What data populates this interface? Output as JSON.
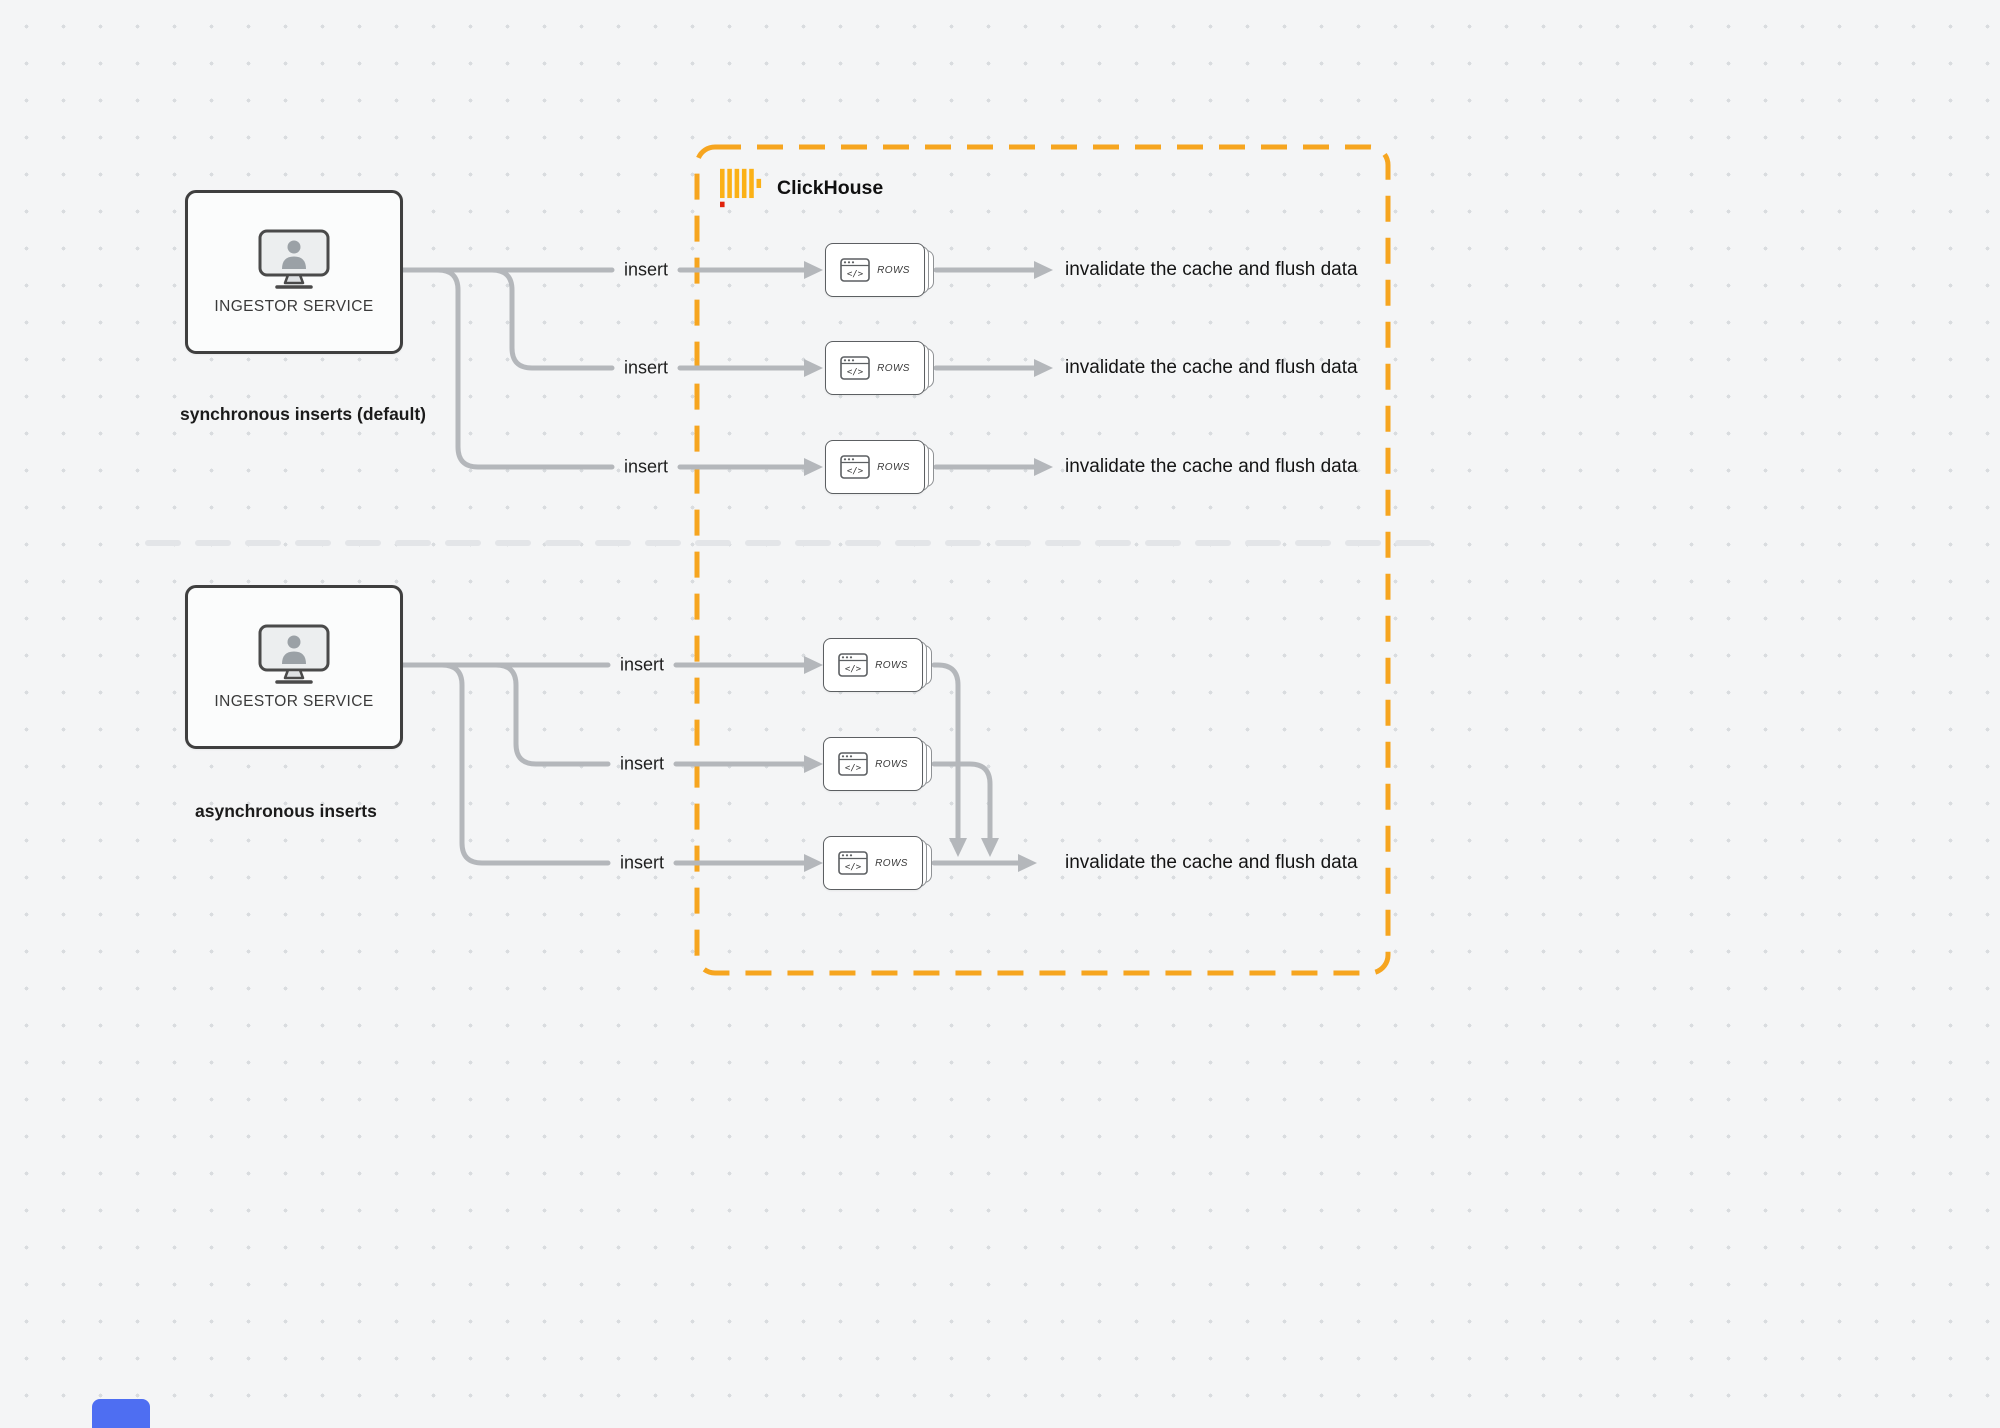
{
  "clickhouse": {
    "title": "ClickHouse",
    "border_color": "#F6A51F",
    "logo_yellow": "#FBB116",
    "logo_red": "#E0220B"
  },
  "sync": {
    "service": "INGESTOR SERVICE",
    "caption": "synchronous inserts (default)",
    "rows": [
      {
        "insert": "insert",
        "card": "ROWS",
        "result": "invalidate the cache and flush data"
      },
      {
        "insert": "insert",
        "card": "ROWS",
        "result": "invalidate the cache and flush data"
      },
      {
        "insert": "insert",
        "card": "ROWS",
        "result": "invalidate the cache and flush data"
      }
    ]
  },
  "async": {
    "service": "INGESTOR SERVICE",
    "caption": "asynchronous inserts",
    "rows": [
      {
        "insert": "insert",
        "card": "ROWS"
      },
      {
        "insert": "insert",
        "card": "ROWS"
      },
      {
        "insert": "insert",
        "card": "ROWS"
      }
    ],
    "result": "invalidate the cache and flush data"
  },
  "colors": {
    "connector": "#B4B7BB",
    "divider": "#E3E5E8",
    "background": "#F4F5F6",
    "dot": "#D9DCDF"
  }
}
